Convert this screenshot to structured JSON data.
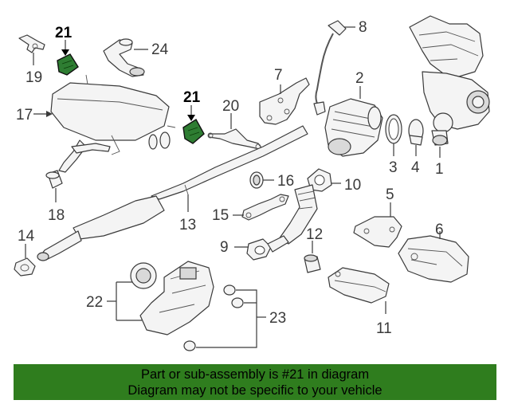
{
  "callouts": {
    "c1": "1",
    "c2": "2",
    "c3": "3",
    "c4": "4",
    "c5": "5",
    "c6": "6",
    "c7": "7",
    "c8": "8",
    "c9": "9",
    "c10": "10",
    "c11": "11",
    "c12": "12",
    "c13": "13",
    "c14": "14",
    "c15": "15",
    "c16": "16",
    "c17": "17",
    "c18": "18",
    "c19": "19",
    "c20": "20",
    "c21a": "21",
    "c21b": "21",
    "c22": "22",
    "c23": "23",
    "c24": "24"
  },
  "highlight_color": "#2f7d1e",
  "banner": {
    "line1": "Part or sub-assembly is #21 in diagram",
    "line2": "Diagram may not be specific to your vehicle"
  }
}
